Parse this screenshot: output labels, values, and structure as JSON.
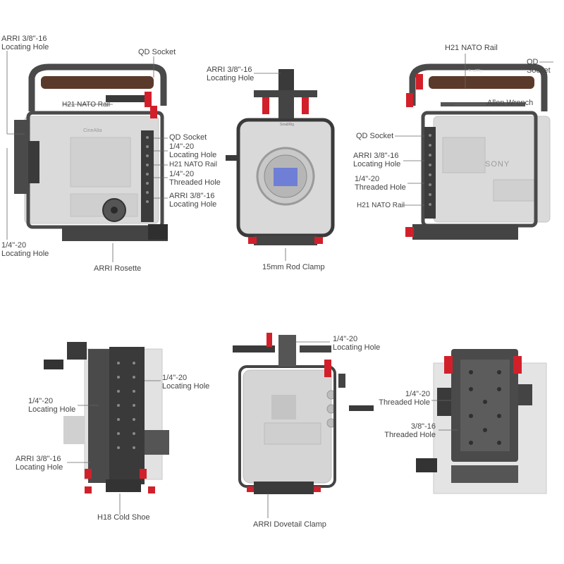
{
  "colors": {
    "camera_body": "#d9d9d9",
    "camera_edge": "#bdbdbd",
    "cage_metal": "#4a4a4a",
    "cage_dark": "#2f2f2f",
    "accent_red": "#d2202a",
    "wood_handle": "#5a3a2a",
    "leader_line": "#666666",
    "sensor_blue": "#6f7fd6"
  },
  "views": {
    "left_side": {
      "labels": {
        "arri_locating_top": "ARRI 3/8\"-16\nLocating Hole",
        "qd_socket": "QD Socket",
        "h21_nato": "H21 NATO Rail",
        "qd_socket_2": "QD Socket",
        "quarter_locating": "1/4\"-20\nLocating Hole",
        "h21_nato_2": "H21 NATO Rail",
        "quarter_threaded": "1/4\"-20\nThreaded Hole",
        "arri_locating_bottom": "ARRI 3/8\"-16\nLocating Hole",
        "quarter_locating_left": "1/4\"-20\nLocating Hole",
        "arri_rosette": "ARRI Rosette"
      },
      "body_text": "CineAlta"
    },
    "front": {
      "labels": {
        "arri_locating": "ARRI 3/8\"-16\nLocating Hole",
        "rod_clamp": "15mm Rod Clamp"
      },
      "brand_text": "SmallRig"
    },
    "right_side": {
      "labels": {
        "h21_nato_top": "H21 NATO Rail",
        "qd_socket_top": "QD Socket",
        "allen_wrench": "Allen Wrench",
        "qd_socket": "QD Socket",
        "arri_locating": "ARRI 3/8\"-16\nLocating Hole",
        "quarter_threaded": "1/4\"-20\nThreaded Hole",
        "h21_nato_bottom": "H21 NATO Rail"
      },
      "body_text": "SONY",
      "brand_text": "SmallRig"
    },
    "top": {
      "labels": {
        "quarter_locating_right": "1/4\"-20\nLocating Hole",
        "quarter_locating_left": "1/4\"-20\nLocating Hole",
        "arri_locating": "ARRI 3/8\"-16\nLocating Hole",
        "cold_shoe": "H18 Cold Shoe"
      }
    },
    "rear": {
      "labels": {
        "quarter_locating": "1/4\"-20\nLocating Hole",
        "dovetail": "ARRI Dovetail Clamp"
      }
    },
    "bottom": {
      "labels": {
        "quarter_threaded": "1/4\"-20\nThreaded Hole",
        "three_eighths_threaded": "3/8\"-16\nThreaded Hole"
      }
    }
  }
}
